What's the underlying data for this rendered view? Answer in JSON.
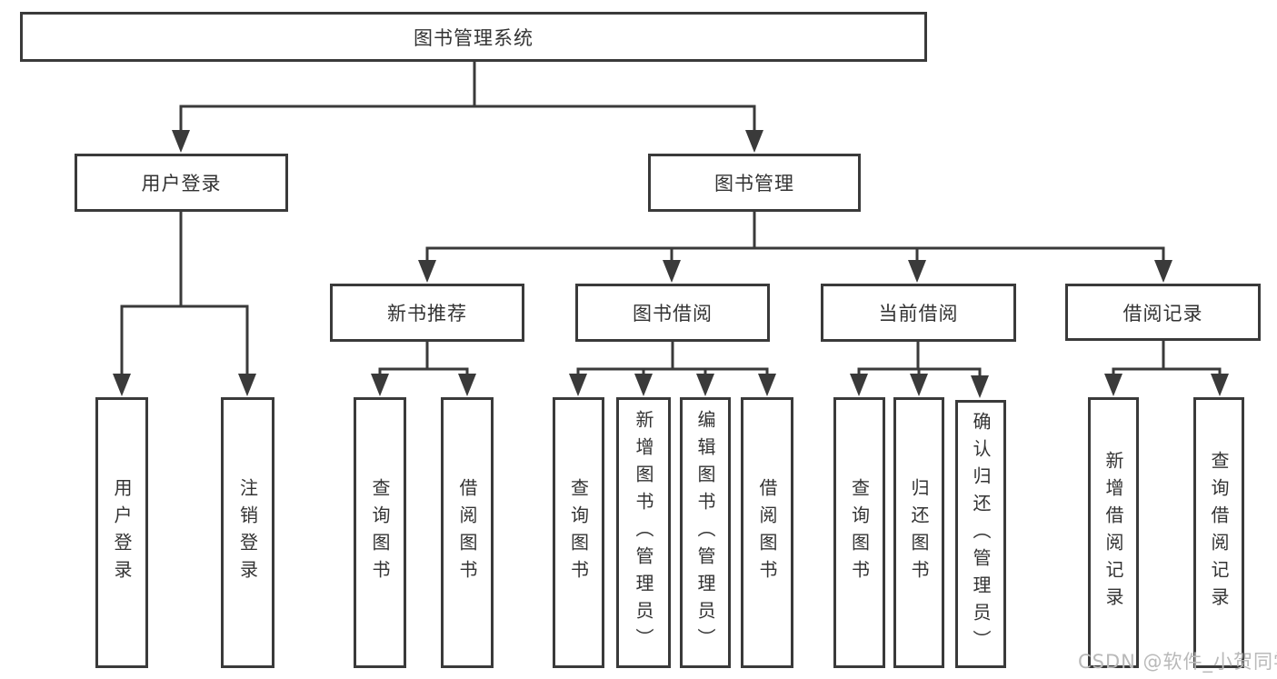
{
  "colors": {
    "line": "#3a3a3a",
    "box_border": "#3a3a3a",
    "text": "#333333",
    "watermark": "#b9b9b9",
    "background": "#ffffff"
  },
  "root": {
    "label": "图书管理系统"
  },
  "level2": {
    "user_login": {
      "label": "用户登录"
    },
    "book_management": {
      "label": "图书管理"
    }
  },
  "level3": {
    "new_book_recommend": {
      "label": "新书推荐"
    },
    "book_borrow": {
      "label": "图书借阅"
    },
    "current_borrow": {
      "label": "当前借阅"
    },
    "borrow_record": {
      "label": "借阅记录"
    }
  },
  "leaves": {
    "user_login": {
      "label": "用户登录"
    },
    "logout": {
      "label": "注销登录"
    },
    "query_book_recommend": {
      "label": "查询图书"
    },
    "borrow_book_recommend": {
      "label": "借阅图书"
    },
    "query_book_borrow": {
      "label": "查询图书"
    },
    "add_book_admin": {
      "label": "新增图书（管理员）"
    },
    "edit_book_admin": {
      "label": "编辑图书（管理员）"
    },
    "borrow_book_borrow": {
      "label": "借阅图书"
    },
    "query_book_current": {
      "label": "查询图书"
    },
    "return_book": {
      "label": "归还图书"
    },
    "confirm_return_admin": {
      "label": "确认归还（管理员）"
    },
    "add_borrow_record": {
      "label": "新增借阅记录"
    },
    "query_borrow_record": {
      "label": "查询借阅记录"
    }
  },
  "hierarchy": {
    "图书管理系统": [
      "用户登录",
      "图书管理"
    ],
    "用户登录": [
      "用户登录",
      "注销登录"
    ],
    "图书管理": [
      "新书推荐",
      "图书借阅",
      "当前借阅",
      "借阅记录"
    ],
    "新书推荐": [
      "查询图书",
      "借阅图书"
    ],
    "图书借阅": [
      "查询图书",
      "新增图书（管理员）",
      "编辑图书（管理员）",
      "借阅图书"
    ],
    "当前借阅": [
      "查询图书",
      "归还图书",
      "确认归还（管理员）"
    ],
    "借阅记录": [
      "新增借阅记录",
      "查询借阅记录"
    ]
  },
  "watermark": {
    "text": "CSDN @软件_小贺同学"
  }
}
